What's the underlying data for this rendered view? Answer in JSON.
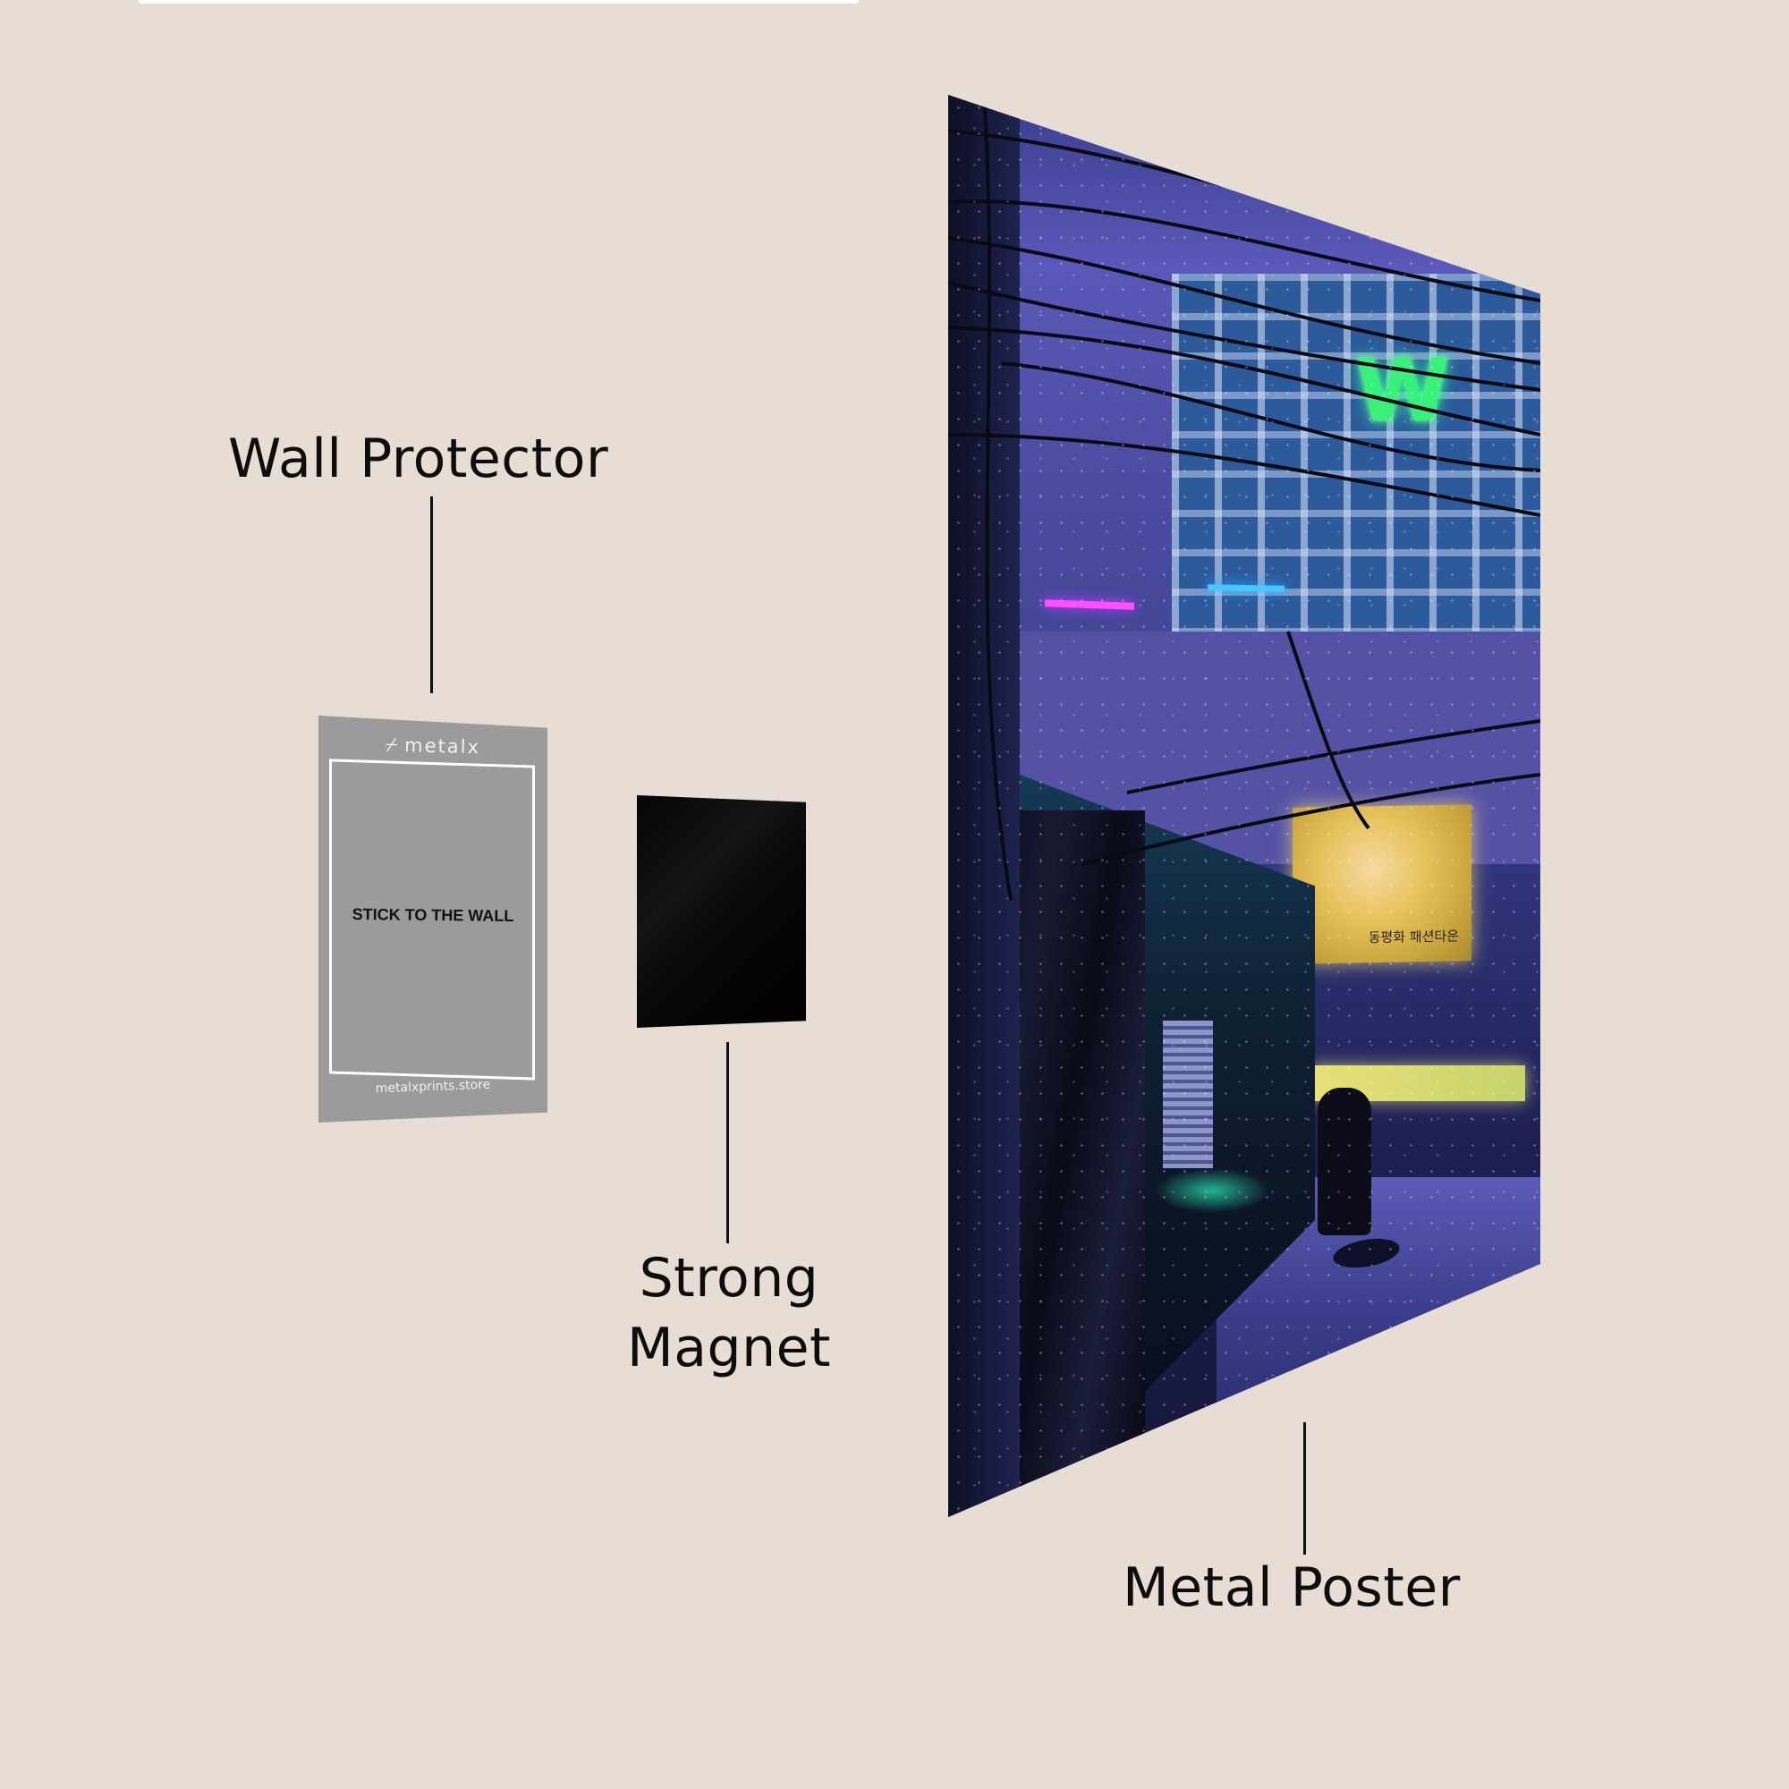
{
  "labels": {
    "wall_protector": "Wall Protector",
    "strong_magnet_line1": "Strong",
    "strong_magnet_line2": "Magnet",
    "metal_poster": "Metal Poster"
  },
  "wall_protector_sheet": {
    "brand": "metalx",
    "brand_mark_icon": "metalx-logo-icon",
    "instruction": "STICK TO THE WALL",
    "website": "metalxprints.store",
    "color": "#9b9b9b"
  },
  "magnet": {
    "color": "#050505"
  },
  "poster": {
    "neon_sign_letter": "W",
    "billboard_text": "동평화 패션타운",
    "accent_colors": {
      "neon_green": "#38f07a",
      "neon_purple": "#ff4dff",
      "neon_blue": "#45c8ff",
      "billboard_yellow": "#e6c15a",
      "sky_violet": "#5a58b8"
    }
  },
  "background_color": "#e8ddd5"
}
